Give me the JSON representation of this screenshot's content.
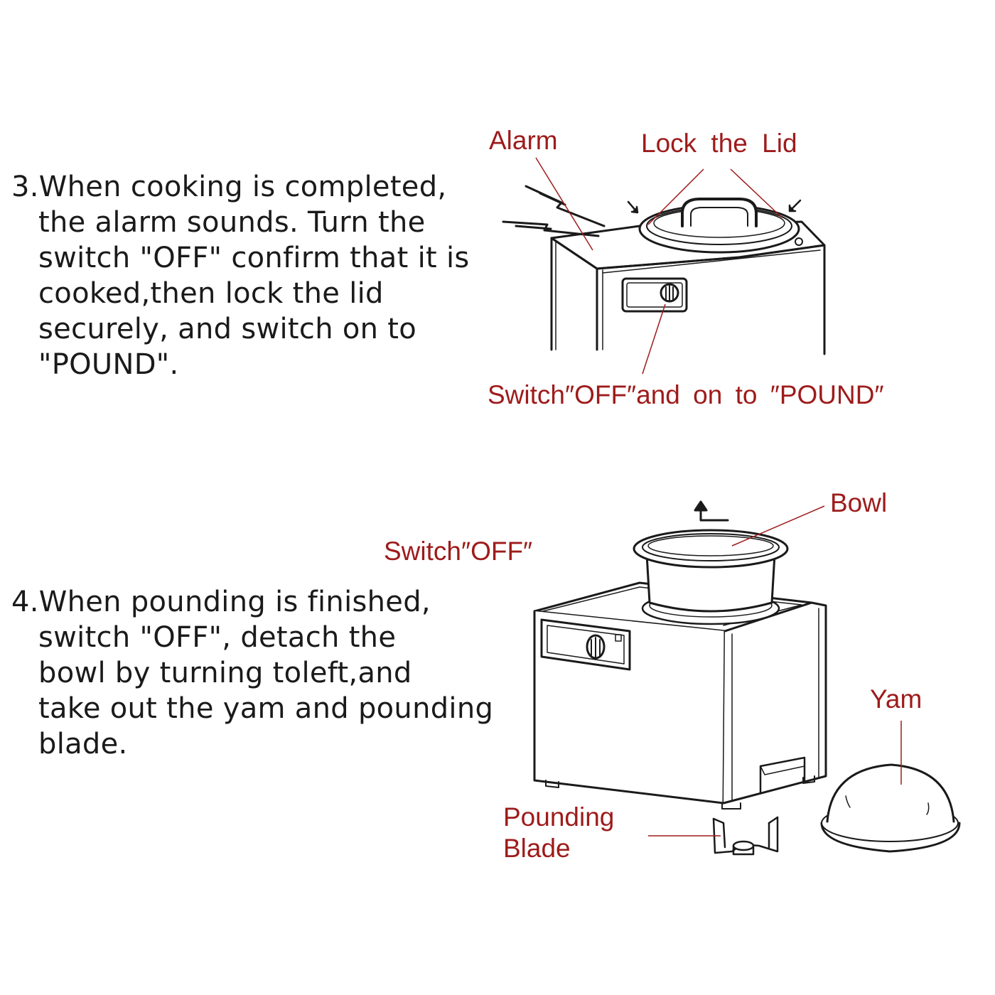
{
  "step3": {
    "lines": [
      "3.When cooking is completed,",
      "the alarm sounds. Turn the",
      "switch \"OFF\" confirm that it is",
      "cooked,then lock the lid",
      "securely, and switch on to",
      "\"POUND\"."
    ],
    "callouts": {
      "alarm": "Alarm",
      "lock_lid": "Lock  the  Lid",
      "switch": "Switch″OFF″and  on  to  ″POUND″"
    }
  },
  "step4": {
    "lines": [
      "4.When pounding is finished,",
      "switch \"OFF\", detach the",
      "bowl by turning toleft,and",
      "take out the yam and pounding",
      "blade."
    ],
    "callouts": {
      "bowl": "Bowl",
      "switch": "Switch″OFF″",
      "yam": "Yam",
      "blade_line1": "Pounding",
      "blade_line2": "Blade"
    }
  },
  "colors": {
    "text": "#1a1a1a",
    "callout": "#9e1b1b",
    "stroke": "#1a1a1a"
  }
}
